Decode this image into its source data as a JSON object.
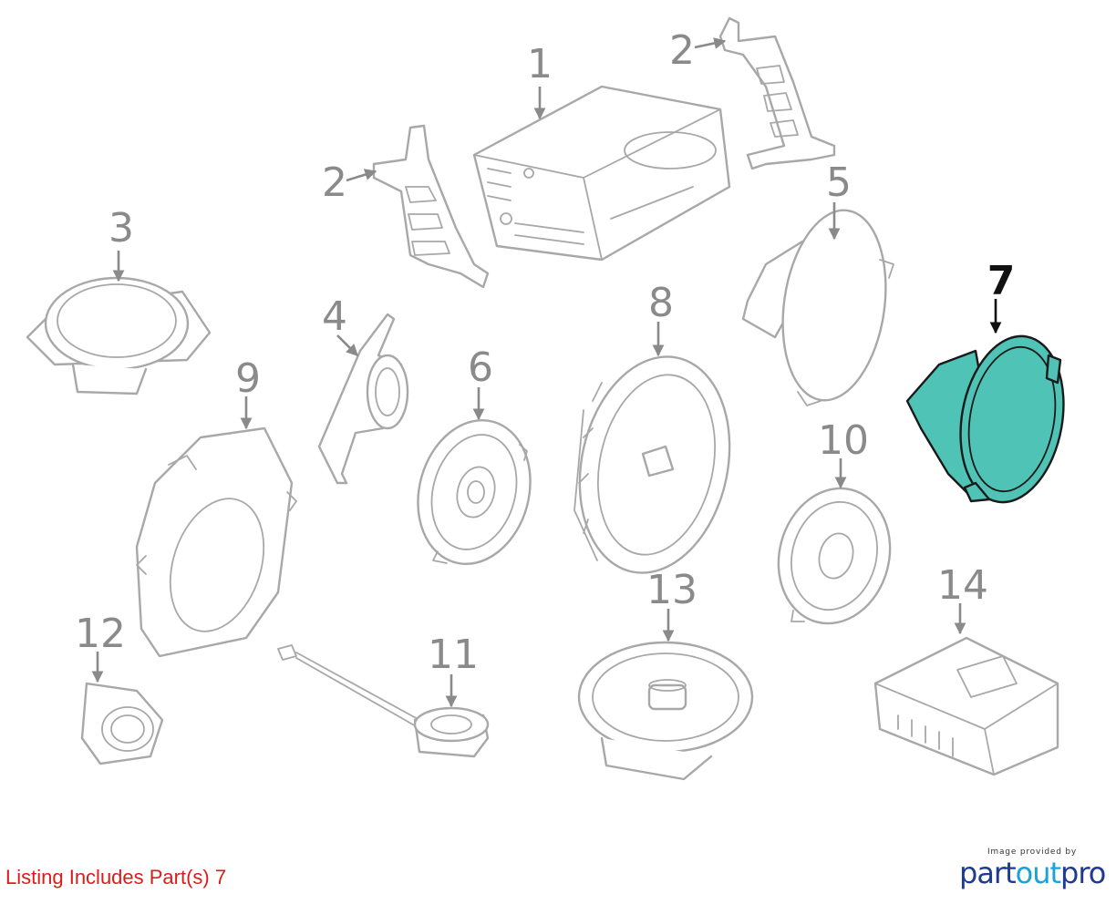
{
  "callouts": {
    "c1": "1",
    "c2a": "2",
    "c2b": "2",
    "c3": "3",
    "c4": "4",
    "c5": "5",
    "c6": "6",
    "c7": "7",
    "c8": "8",
    "c9": "9",
    "c10": "10",
    "c11": "11",
    "c12": "12",
    "c13": "13",
    "c14": "14"
  },
  "highlighted_part": "7",
  "colors": {
    "highlight_fill": "#4fc3b5",
    "outline": "#a8a8a8",
    "note_text": "#e01919"
  },
  "listing_note": "Listing Includes Part(s) 7",
  "provider": {
    "caption": "Image provided by",
    "brand_part1": "part",
    "brand_part2": "out",
    "brand_part3": "pro"
  }
}
